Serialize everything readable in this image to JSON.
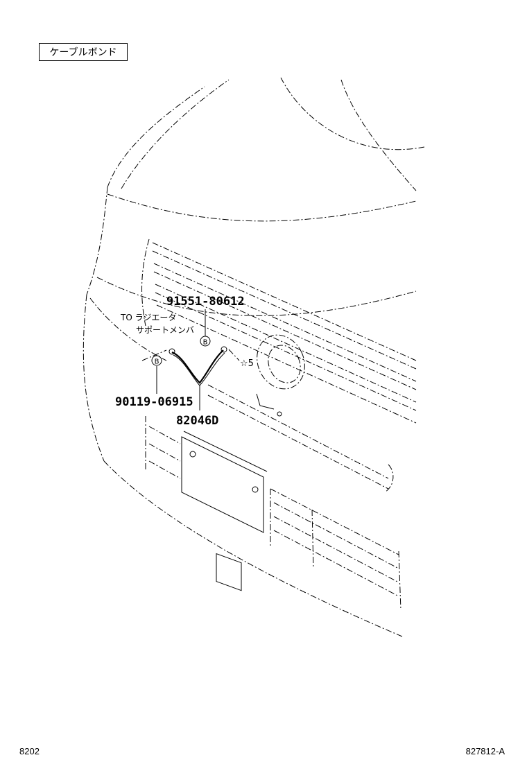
{
  "title": "ケーブルボンド",
  "callouts": {
    "upper_part": "91551-80612",
    "lower_part": "90119-06915",
    "main_part": "82046D",
    "note_line1": "TO ラジエータ",
    "note_line2": "サポートメンバ",
    "marker_b_left": "B",
    "marker_b_right": "B",
    "star_ref": "☆5"
  },
  "footer": {
    "left_code": "8202",
    "right_code": "827812-A"
  }
}
